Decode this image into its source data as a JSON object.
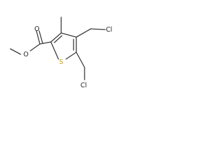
{
  "structure": {
    "atoms": {
      "ester_oxygen_double": "O",
      "ester_oxygen_single": "O",
      "sulfur": "S",
      "chlorine_top": "Cl",
      "chlorine_bottom": "Cl"
    },
    "colors": {
      "bond": "#3a3a3a",
      "text": "#222222",
      "sulfur": "#c8a200"
    }
  }
}
